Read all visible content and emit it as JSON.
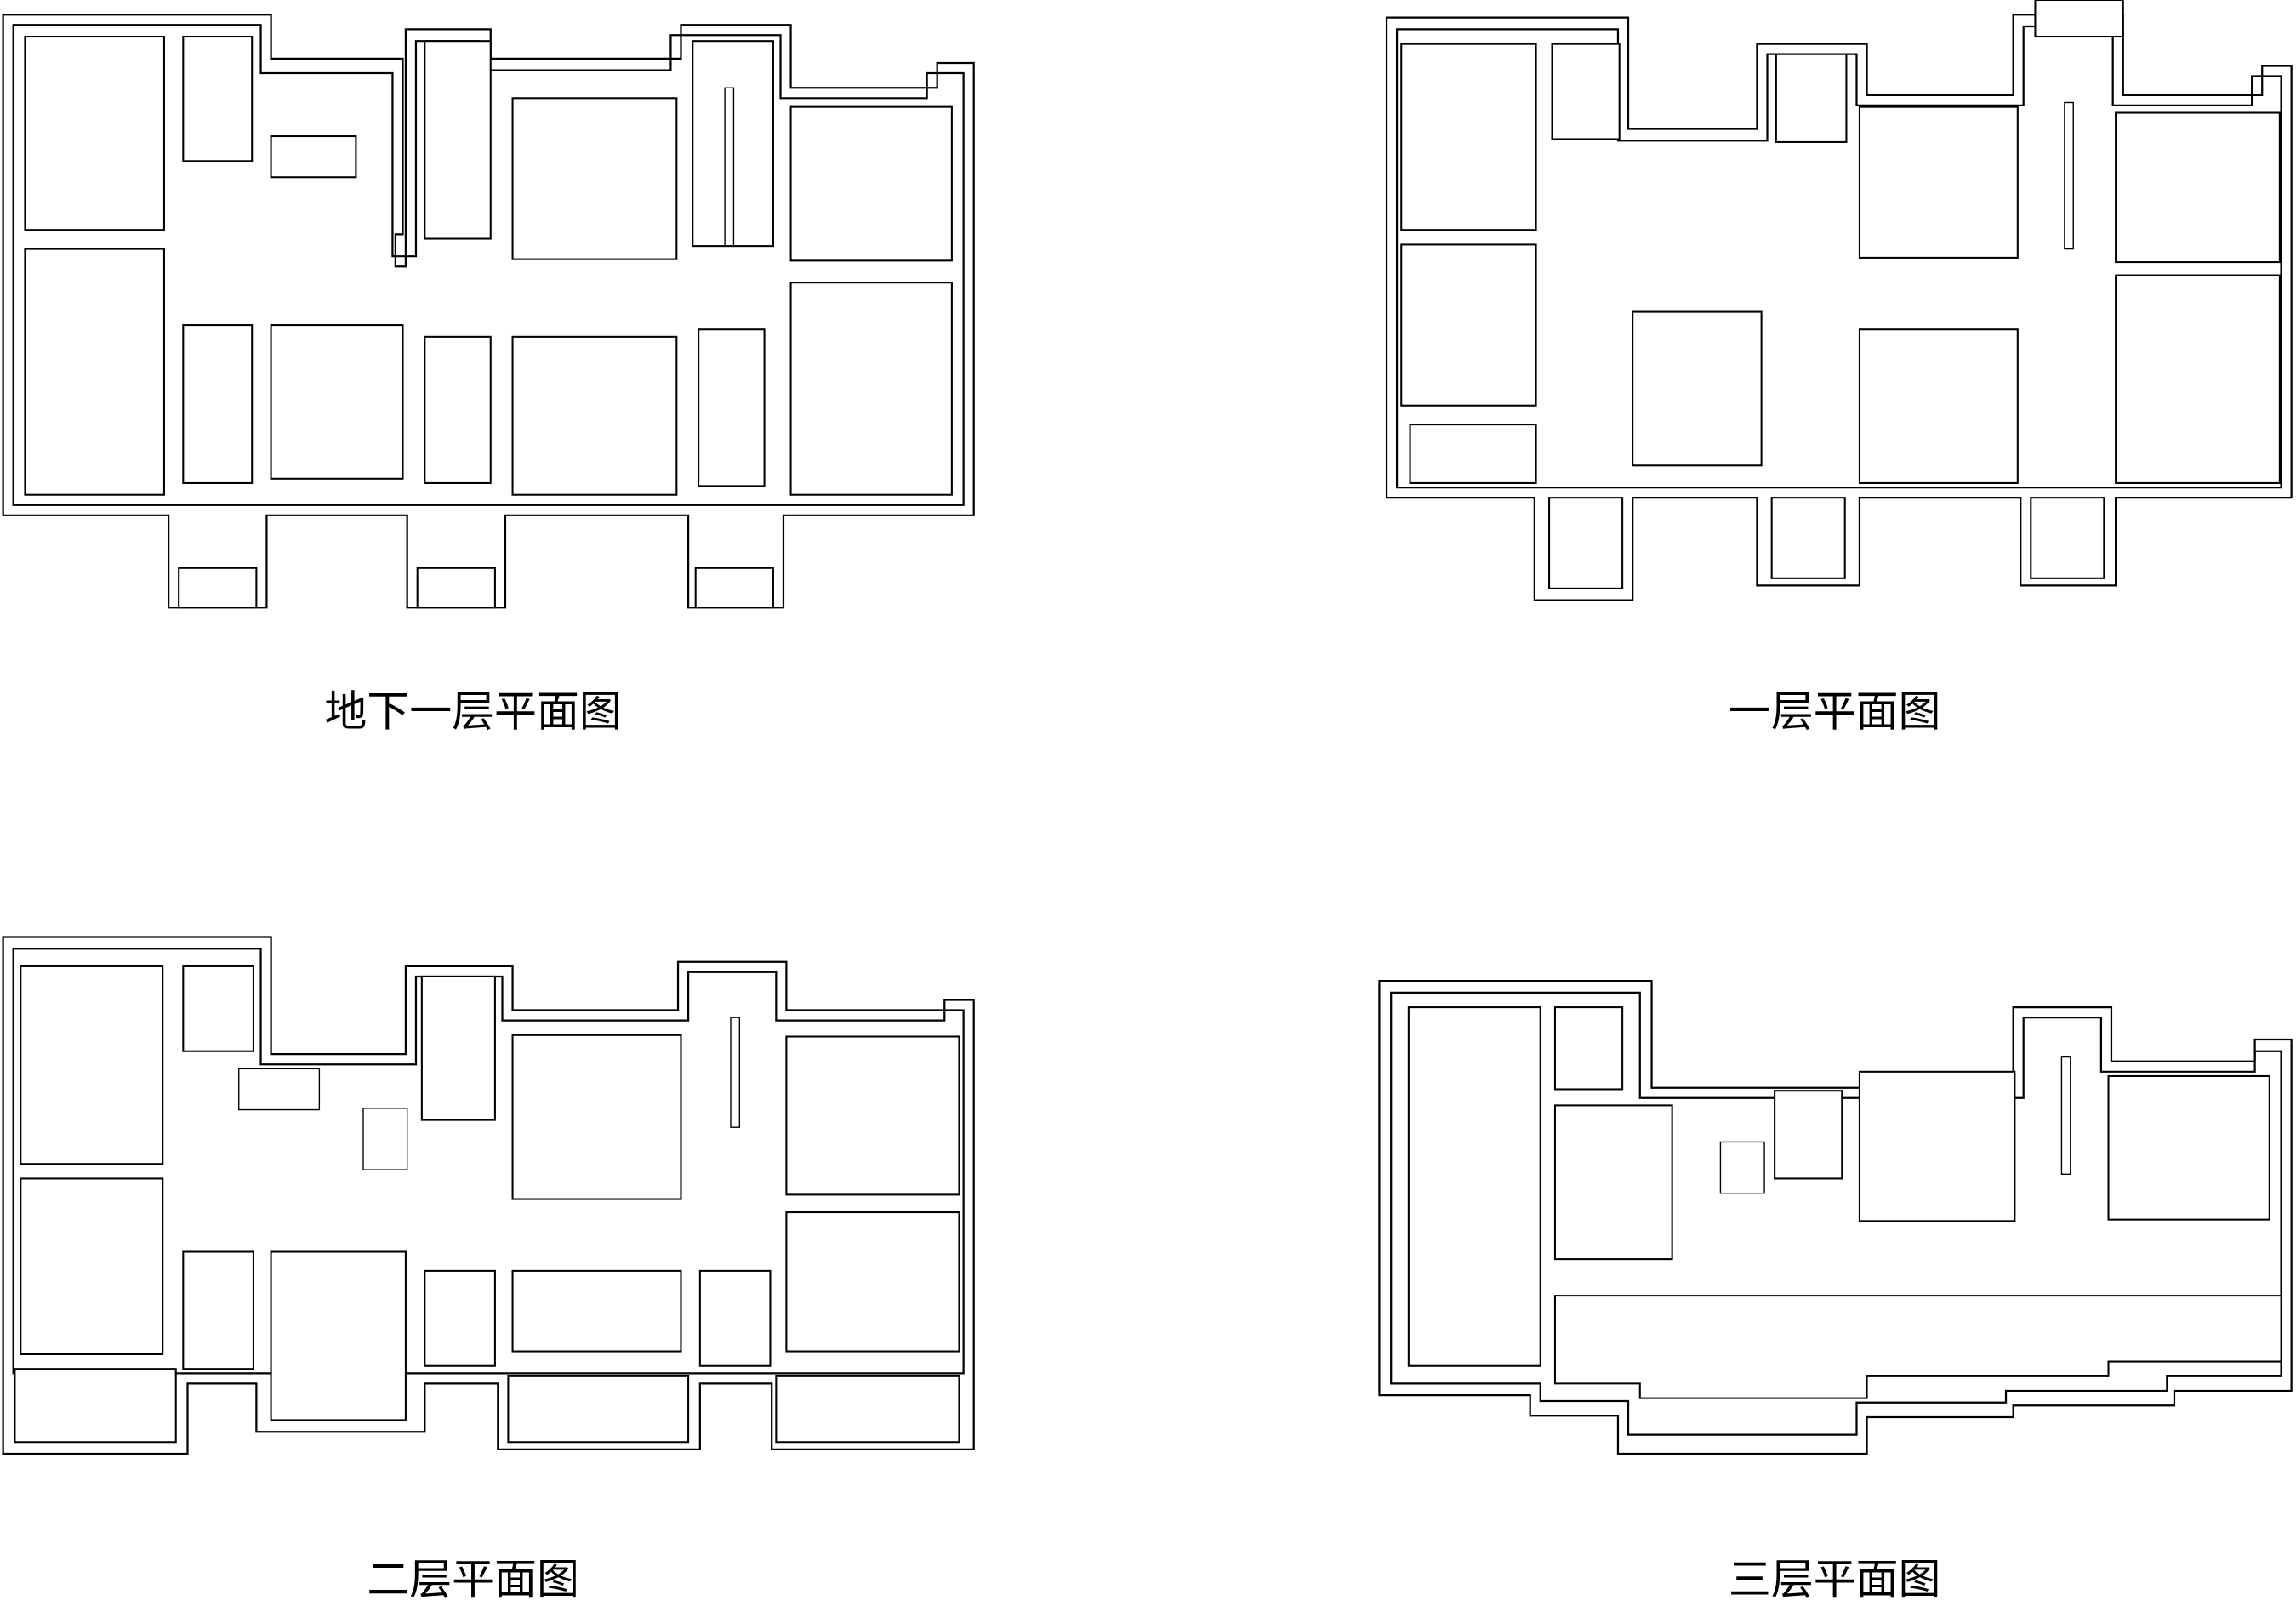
{
  "plans": [
    {
      "id": "basement",
      "caption": "地下一层平面图"
    },
    {
      "id": "floor1",
      "caption": "一层平面图"
    },
    {
      "id": "floor2",
      "caption": "二层平面图"
    },
    {
      "id": "floor3",
      "caption": "三层平面图"
    }
  ]
}
